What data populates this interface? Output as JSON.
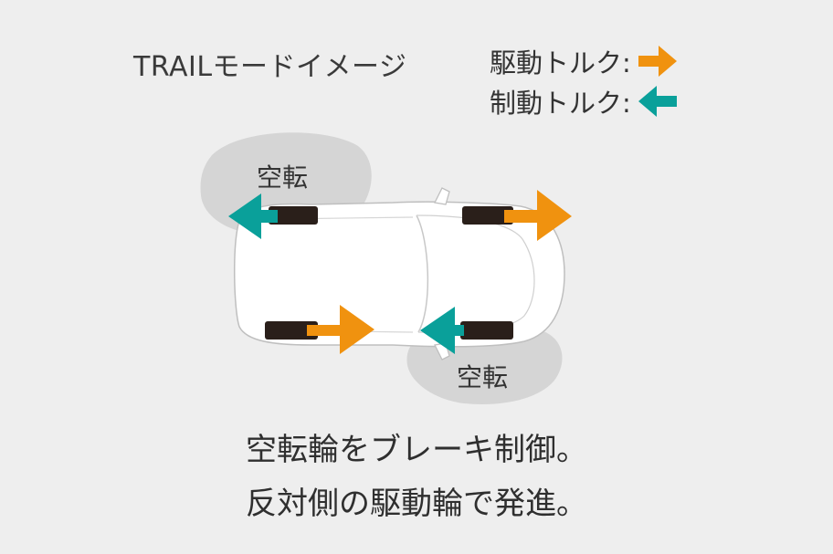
{
  "title": "TRAILモードイメージ",
  "legend": [
    {
      "label": "駆動トルク:",
      "icon": "orange-right-arrow-icon",
      "color": "#f0920f"
    },
    {
      "label": "制動トルク:",
      "icon": "teal-left-arrow-icon",
      "color": "#0aa09a"
    }
  ],
  "wheel_labels": {
    "front_left": "空転",
    "rear_right": "空転"
  },
  "caption": {
    "line1": "空転輪をブレーキ制御。",
    "line2": "反対側の駆動輪で発進。"
  },
  "colors": {
    "background": "#eeeeee",
    "shadow": "#d6d6d6",
    "drive": "#f0920f",
    "brake": "#0aa09a",
    "tire": "#2a1f1a"
  }
}
